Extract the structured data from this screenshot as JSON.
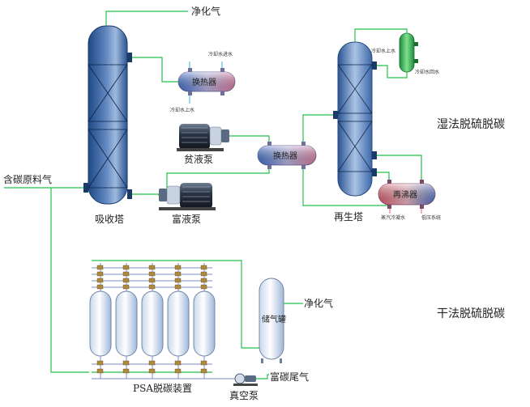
{
  "labels": {
    "clean_gas_top": "净化气",
    "feed_gas": "含碳原料气",
    "absorber": "吸收塔",
    "lean_pump": "贫液泵",
    "rich_pump": "富液泵",
    "heat_exchanger_1": "换热器",
    "heat_exchanger_2": "换热器",
    "regenerator": "再生塔",
    "reboiler": "再沸器",
    "cooling_water_in_1": "冷却水进水",
    "cooling_water_out_1": "冷却水上水",
    "cooling_water_in_2": "冷却水上水",
    "cooling_water_out_2": "冷却水回水",
    "steam_line": "蒸汽冷凝水",
    "low_pressure_system": "低压系统",
    "wet_process_title": "湿法脱硫脱碳",
    "dry_process_title": "干法脱硫脱碳",
    "clean_gas_psa": "净化气",
    "storage_tank": "储气罐",
    "psa_unit": "PSA脱碳装置",
    "vacuum_pump": "真空泵",
    "rich_carbon_tail_gas": "富碳尾气"
  },
  "colors": {
    "vessel_dark": "#1f4a86",
    "vessel_light": "#ffffff",
    "pipe_green": "#22c24a",
    "pipe_blue": "#7a8cc8",
    "pipe_red": "#e06a7a",
    "exchanger_left": "#3a6ed0",
    "exchanger_right": "#e07aa0",
    "reboiler_fill": "#e05a6a"
  }
}
